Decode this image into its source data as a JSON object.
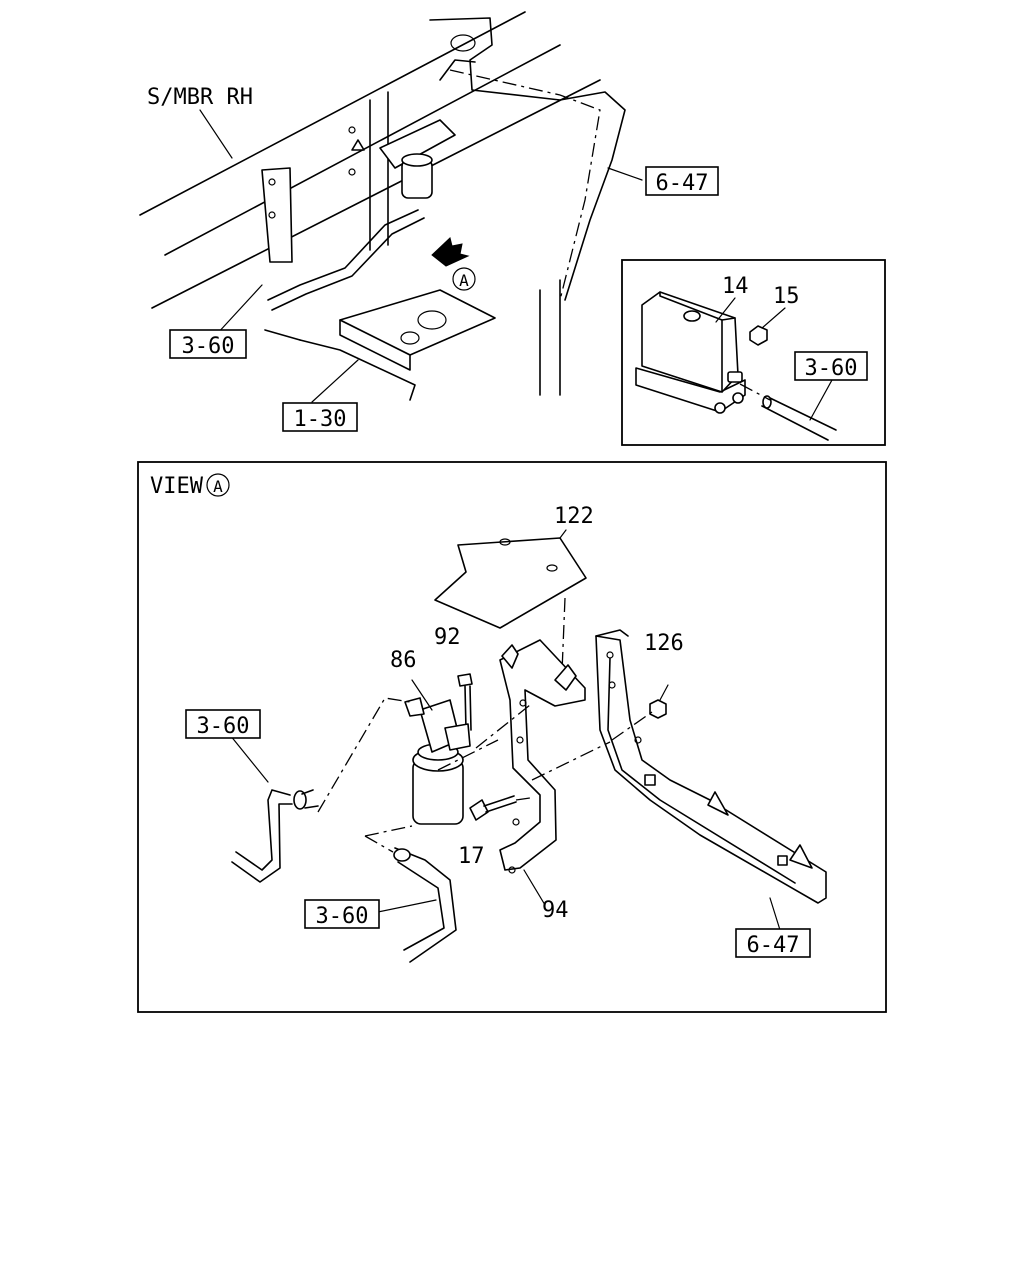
{
  "top_view": {
    "frame_label": "S/MBR RH",
    "refs": [
      "6-47",
      "3-60",
      "1-30"
    ],
    "view_marker": "A"
  },
  "inset": {
    "parts": [
      "14",
      "15"
    ],
    "ref": "3-60"
  },
  "view_a": {
    "title": "VIEW",
    "marker": "A",
    "parts": [
      "122",
      "92",
      "86",
      "126",
      "17",
      "94"
    ],
    "refs": [
      "3-60",
      "3-60",
      "6-47"
    ]
  }
}
